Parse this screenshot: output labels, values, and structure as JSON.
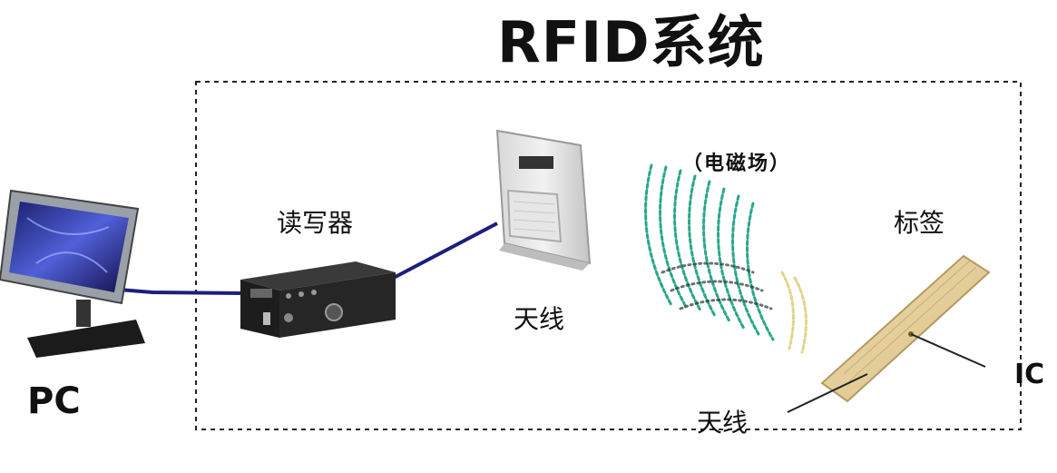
{
  "title": "RFID系统",
  "components": {
    "pc": {
      "label": "PC"
    },
    "reader": {
      "label": "读写器"
    },
    "reader_antenna": {
      "label": "天线"
    },
    "field": {
      "label": "（电磁场）"
    },
    "tag": {
      "label": "标签"
    },
    "tag_ic": {
      "label": "IC"
    },
    "tag_antenna": {
      "label": "天线"
    }
  },
  "colors": {
    "cable": "#1c1f7a",
    "field_wave": "#2aa88a",
    "field_dark": "#2b3b33",
    "field_warm": "#e3d48a",
    "tag_body": "#e6cf9a",
    "boundary": "#222222"
  }
}
